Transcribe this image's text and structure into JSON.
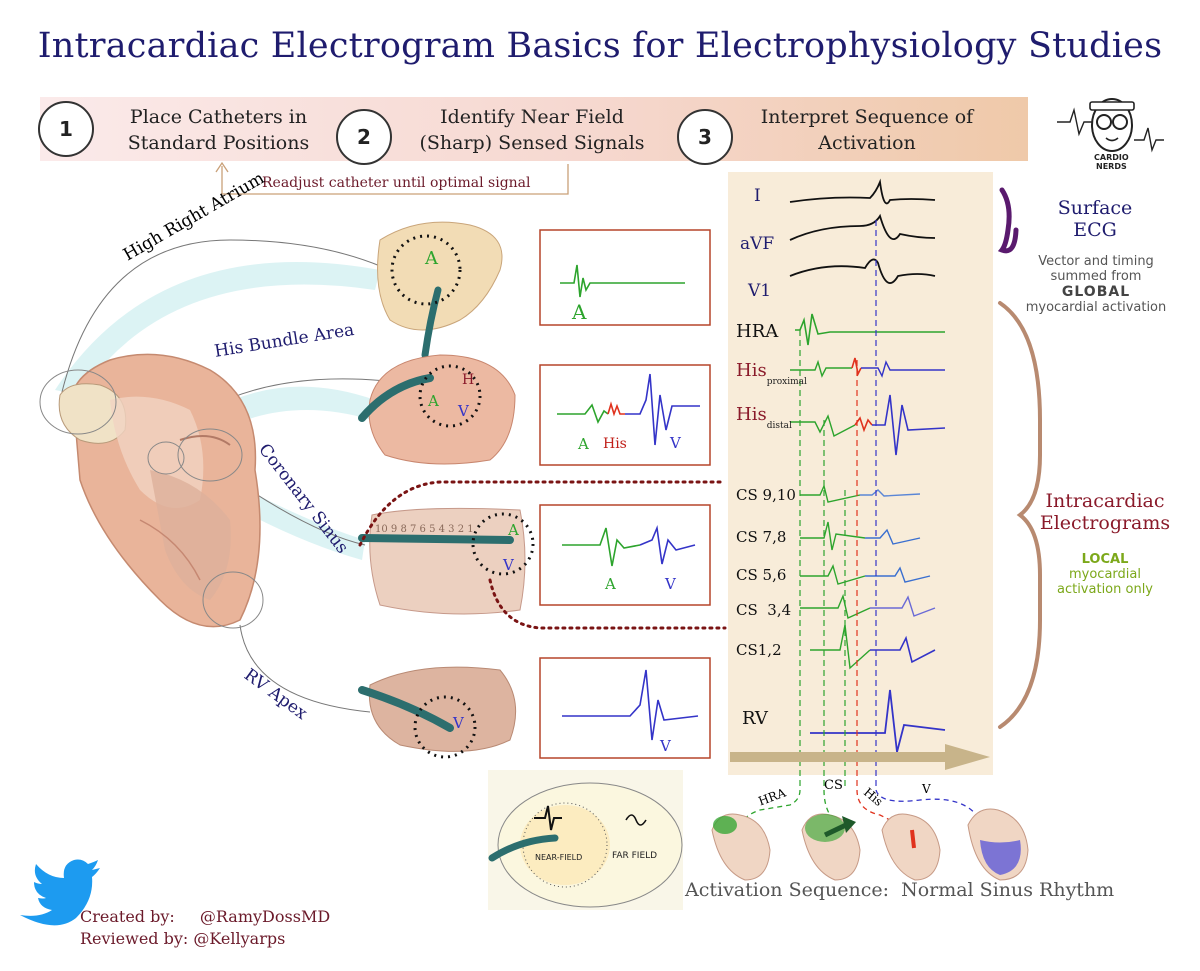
{
  "title": "Intracardiac Electrogram Basics for Electrophysiology Studies",
  "steps": [
    {
      "num": "1",
      "line1": "Place Catheters in",
      "line2": "Standard Positions"
    },
    {
      "num": "2",
      "line1": "Identify Near Field",
      "line2": "(Sharp) Sensed Signals"
    },
    {
      "num": "3",
      "line1": "Interpret Sequence of",
      "line2": "Activation"
    }
  ],
  "readjust_note": "Readjust catheter until optimal signal",
  "logo": {
    "line1": "CARDIO",
    "line2": "NERDS"
  },
  "locations": {
    "hra": "High Right Atrium",
    "his": "His Bundle Area",
    "cs": "Coronary Sinus",
    "rva": "RV Apex"
  },
  "panel_labels": {
    "hra_a": "A",
    "his_a": "A",
    "his_his": "His",
    "his_v": "V",
    "cs_a": "A",
    "cs_v": "V",
    "rv_v": "V"
  },
  "anatomy_labels": {
    "hra_a": "A",
    "his_h": "H",
    "his_a": "A",
    "his_v": "V",
    "cs_a": "A",
    "cs_v": "V",
    "cs_numbers": "10 9   8 7   6 5   4 3   2 1",
    "rv_v": "V"
  },
  "ecg_leads": {
    "i": "I",
    "avf": "aVF",
    "v1": "V1",
    "hra": "HRA",
    "his": "His",
    "his_prox": "proximal",
    "his_dist": "distal",
    "cs910": "CS 9,10",
    "cs78": "CS 7,8",
    "cs56": "CS 5,6",
    "cs34": "CS  3,4",
    "cs12": "CS1,2",
    "rv": "RV"
  },
  "surface": {
    "title1": "Surface",
    "title2": "ECG",
    "desc1": "Vector and timing",
    "desc2": "summed from",
    "global": "GLOBAL",
    "desc3": "myocardial activation"
  },
  "intracardiac": {
    "title1": "Intracardiac",
    "title2": "Electrograms",
    "local": "LOCAL",
    "desc1": "myocardial",
    "desc2": "activation only"
  },
  "field": {
    "near": "NEAR-FIELD",
    "far": "FAR FIELD"
  },
  "sequence": {
    "hra": "HRA",
    "cs": "CS",
    "his": "His",
    "v": "V",
    "caption": "Activation Sequence:  Normal Sinus Rhythm"
  },
  "credits": {
    "created_label": "Created by:",
    "created_value": "@RamyDossMD",
    "reviewed_label": "Reviewed by:",
    "reviewed_value": "@Kellyarps"
  },
  "colors": {
    "atrial": "#2da42d",
    "his": "#e0321d",
    "ventricular": "#3434c8",
    "navy": "#1f1c6e",
    "maroon": "#8a1a2a"
  }
}
